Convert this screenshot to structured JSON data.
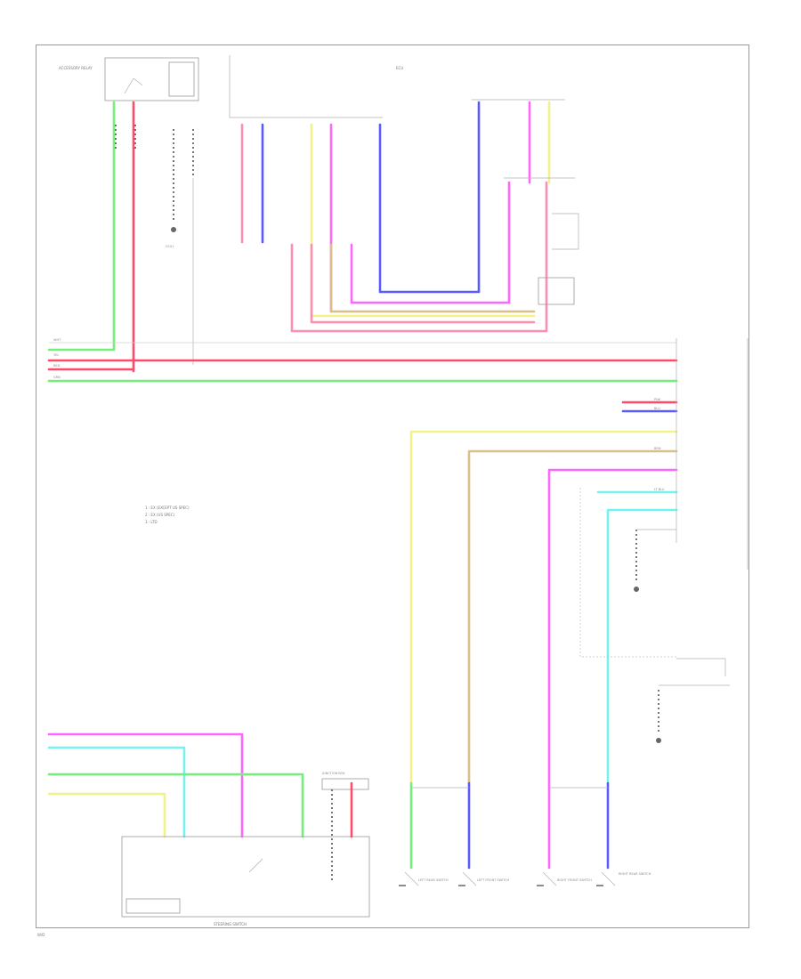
{
  "diagram": {
    "corner_label": "W/D",
    "colors": {
      "pink": "#ff8fb1",
      "red": "#ff4a6a",
      "blue": "#5a5aff",
      "green": "#74f07a",
      "yellow": "#f2f28a",
      "tan": "#d8c08a",
      "magenta": "#ff66ff",
      "cyan": "#77f0f0",
      "gray": "#d8d8d8"
    },
    "legend": [
      "1 : EX (EXCEPT US SPEC)",
      "2 : EX (US SPEC)",
      "3 : LTD"
    ],
    "components": {
      "ecu": "ECU",
      "accessory_relay": "ACCESSORY RELAY",
      "steering_switch": "STEERING SWITCH",
      "left_rear_switch": "LEFT REAR SWITCH",
      "left_front_switch": "LEFT FRONT SWITCH",
      "right_front_switch": "RIGHT FRONT SWITCH",
      "right_rear_switch": "RIGHT REAR SWITCH",
      "junction_box": "JUNCTION BOX",
      "ground": "G101"
    },
    "wire_labels": [
      "WHT",
      "YEL",
      "RED",
      "GRN",
      "PNK",
      "BLU",
      "BRN",
      "LT BLU"
    ]
  }
}
